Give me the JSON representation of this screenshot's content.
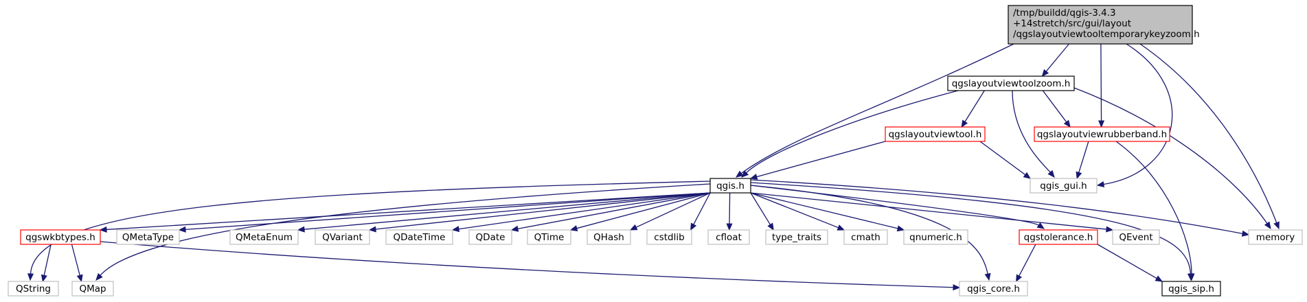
{
  "graph": {
    "colors": {
      "edge": "#191970",
      "main_fill": "#bfbfbf",
      "main_border": "#000000",
      "documented_border": "#000000",
      "red_border": "#ff0000",
      "external_border": "#bfbfbf",
      "text": "#000000"
    },
    "nodes": [
      {
        "id": "main",
        "lines": [
          "/tmp/buildd/qgis-3.4.3",
          "+14stretch/src/gui/layout",
          "/qgslayoutviewtooltemporarykeyzoom.h"
        ],
        "style": "main"
      },
      {
        "id": "zoom",
        "lines": [
          "qgslayoutviewtoolzoom.h"
        ],
        "style": "documented"
      },
      {
        "id": "tool",
        "lines": [
          "qgslayoutviewtool.h"
        ],
        "style": "red"
      },
      {
        "id": "rubber",
        "lines": [
          "qgslayoutviewrubberband.h"
        ],
        "style": "red"
      },
      {
        "id": "qgis",
        "lines": [
          "qgis.h"
        ],
        "style": "documented"
      },
      {
        "id": "gui",
        "lines": [
          "qgis_gui.h"
        ],
        "style": "external"
      },
      {
        "id": "wkb",
        "lines": [
          "qgswkbtypes.h"
        ],
        "style": "red"
      },
      {
        "id": "metatype",
        "lines": [
          "QMetaType"
        ],
        "style": "external"
      },
      {
        "id": "metaenum",
        "lines": [
          "QMetaEnum"
        ],
        "style": "external"
      },
      {
        "id": "variant",
        "lines": [
          "QVariant"
        ],
        "style": "external"
      },
      {
        "id": "datetime",
        "lines": [
          "QDateTime"
        ],
        "style": "external"
      },
      {
        "id": "date",
        "lines": [
          "QDate"
        ],
        "style": "external"
      },
      {
        "id": "time",
        "lines": [
          "QTime"
        ],
        "style": "external"
      },
      {
        "id": "hash",
        "lines": [
          "QHash"
        ],
        "style": "external"
      },
      {
        "id": "cstdlib",
        "lines": [
          "cstdlib"
        ],
        "style": "external"
      },
      {
        "id": "cfloat",
        "lines": [
          "cfloat"
        ],
        "style": "external"
      },
      {
        "id": "typetraits",
        "lines": [
          "type_traits"
        ],
        "style": "external"
      },
      {
        "id": "cmath",
        "lines": [
          "cmath"
        ],
        "style": "external"
      },
      {
        "id": "qnumeric",
        "lines": [
          "qnumeric.h"
        ],
        "style": "external"
      },
      {
        "id": "tolerance",
        "lines": [
          "qgstolerance.h"
        ],
        "style": "red"
      },
      {
        "id": "event",
        "lines": [
          "QEvent"
        ],
        "style": "external"
      },
      {
        "id": "memory",
        "lines": [
          "memory"
        ],
        "style": "external"
      },
      {
        "id": "qstring",
        "lines": [
          "QString"
        ],
        "style": "external"
      },
      {
        "id": "qmap",
        "lines": [
          "QMap"
        ],
        "style": "external"
      },
      {
        "id": "core",
        "lines": [
          "qgis_core.h"
        ],
        "style": "external"
      },
      {
        "id": "sip",
        "lines": [
          "qgis_sip.h"
        ],
        "style": "documented"
      }
    ],
    "edges": [
      [
        "main",
        "zoom"
      ],
      [
        "main",
        "qgis"
      ],
      [
        "main",
        "rubber"
      ],
      [
        "main",
        "gui"
      ],
      [
        "main",
        "memory"
      ],
      [
        "zoom",
        "qgis"
      ],
      [
        "zoom",
        "tool"
      ],
      [
        "zoom",
        "gui"
      ],
      [
        "zoom",
        "rubber"
      ],
      [
        "zoom",
        "memory"
      ],
      [
        "tool",
        "qgis"
      ],
      [
        "tool",
        "gui"
      ],
      [
        "rubber",
        "gui"
      ],
      [
        "rubber",
        "sip"
      ],
      [
        "qgis",
        "qstring"
      ],
      [
        "qgis",
        "wkb"
      ],
      [
        "qgis",
        "metatype"
      ],
      [
        "qgis",
        "qmap"
      ],
      [
        "qgis",
        "metaenum"
      ],
      [
        "qgis",
        "variant"
      ],
      [
        "qgis",
        "datetime"
      ],
      [
        "qgis",
        "date"
      ],
      [
        "qgis",
        "time"
      ],
      [
        "qgis",
        "hash"
      ],
      [
        "qgis",
        "cstdlib"
      ],
      [
        "qgis",
        "cfloat"
      ],
      [
        "qgis",
        "typetraits"
      ],
      [
        "qgis",
        "cmath"
      ],
      [
        "qgis",
        "qnumeric"
      ],
      [
        "qgis",
        "core"
      ],
      [
        "qgis",
        "tolerance"
      ],
      [
        "qgis",
        "event"
      ],
      [
        "qgis",
        "sip"
      ],
      [
        "qgis",
        "memory"
      ],
      [
        "wkb",
        "qstring"
      ],
      [
        "wkb",
        "qmap"
      ],
      [
        "wkb",
        "core"
      ],
      [
        "tolerance",
        "core"
      ],
      [
        "tolerance",
        "sip"
      ]
    ]
  }
}
